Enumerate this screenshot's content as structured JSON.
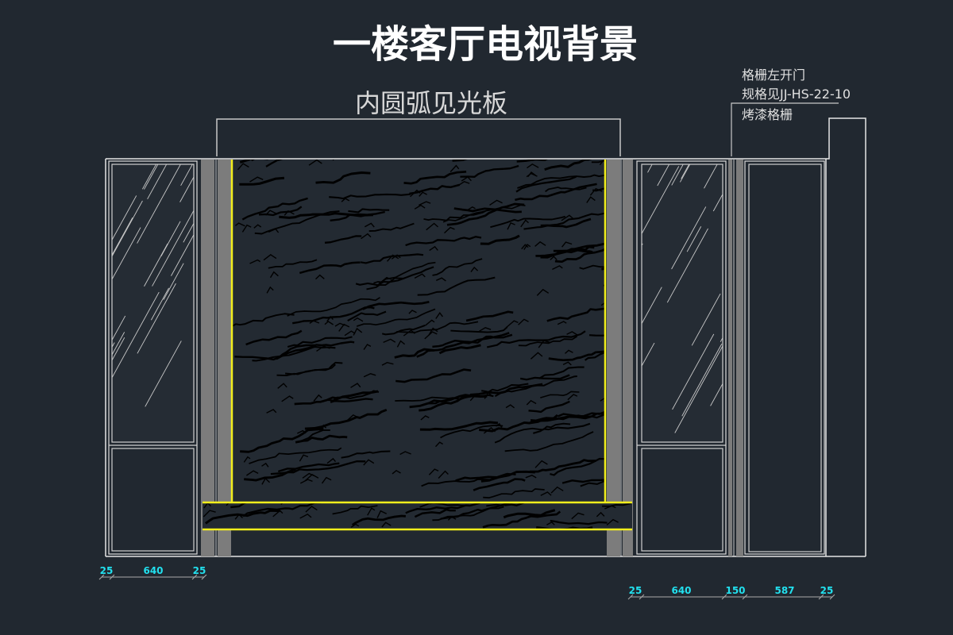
{
  "title": "一楼客厅电视背景",
  "center_label": "内圆弧见光板",
  "right_note": {
    "line1": "格栅左开门",
    "line2": "规格见JJ-HS-22-10",
    "line3": "烤漆格栅"
  },
  "dimensions_left": [
    "25",
    "640",
    "25"
  ],
  "dimensions_right": [
    "25",
    "640",
    "150",
    "587",
    "25"
  ],
  "colors": {
    "background": "#212830",
    "line_white": "#e6e6e6",
    "line_yellow": "#f2ee1c",
    "panel_gray": "#7c7c7c",
    "dimension_cyan": "#22e0ee",
    "marble_vein": "#000000"
  }
}
